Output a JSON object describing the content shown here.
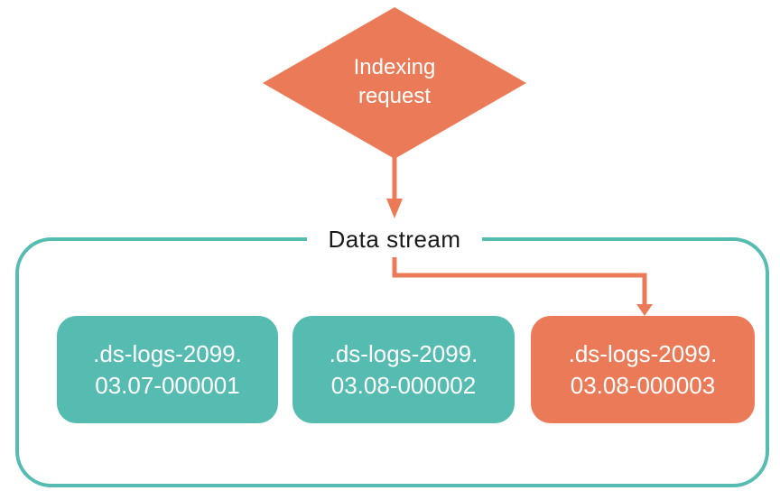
{
  "colors": {
    "teal": "#56BCB1",
    "orange": "#EB7B58",
    "label_text": "#1A1A1A",
    "box_text": "#FFFFFF"
  },
  "diamond": {
    "label": "Indexing request",
    "lines": [
      "Indexing",
      "request"
    ]
  },
  "stream": {
    "label": "Data stream"
  },
  "indices": [
    {
      "name": ".ds-logs-2099.03.07-000001",
      "lines": [
        ".ds-logs-2099.",
        "03.07-000001"
      ],
      "state": "existing"
    },
    {
      "name": ".ds-logs-2099.03.08-000002",
      "lines": [
        ".ds-logs-2099.",
        "03.08-000002"
      ],
      "state": "existing"
    },
    {
      "name": ".ds-logs-2099.03.08-000003",
      "lines": [
        ".ds-logs-2099.",
        "03.08-000003"
      ],
      "state": "write"
    }
  ]
}
